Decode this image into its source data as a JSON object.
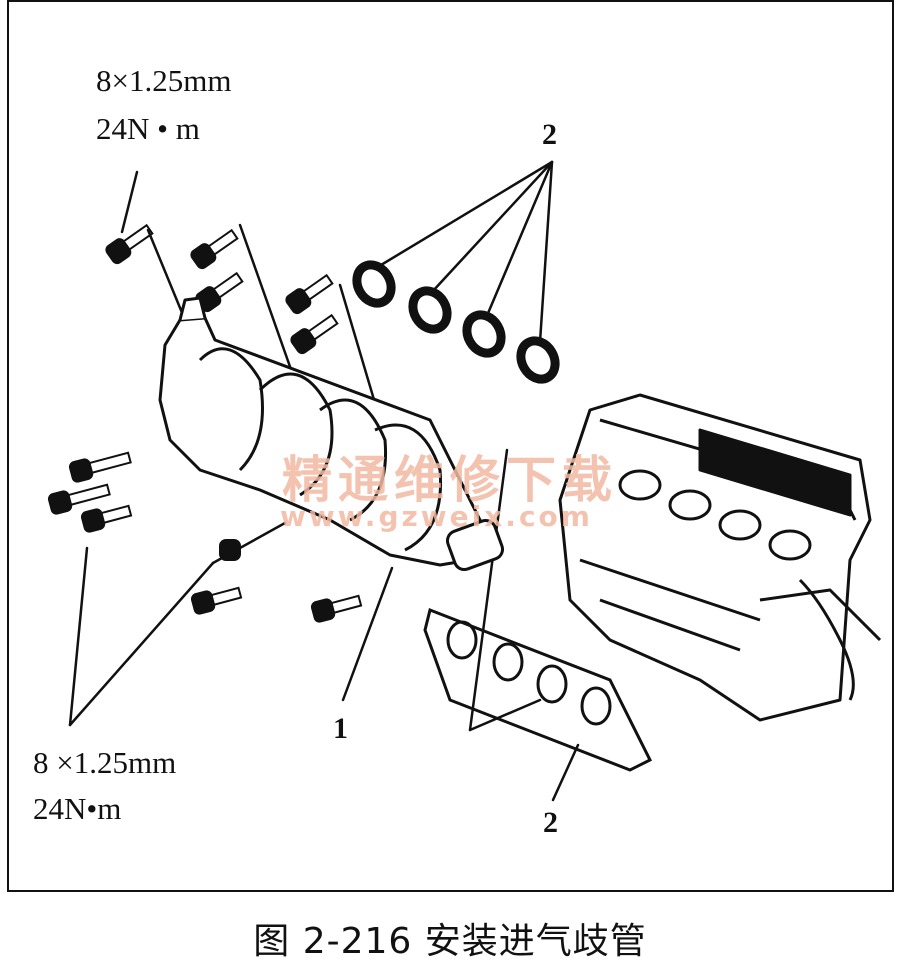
{
  "labels": {
    "spec_top_size": "8×1.25mm",
    "spec_top_torque": "24N • m",
    "spec_bottom_size": "8 ×1.25mm",
    "spec_bottom_torque": "24N•m",
    "part_1": "1",
    "part_2_top": "2",
    "part_2_bottom": "2"
  },
  "watermark": {
    "text": "精通维修下载",
    "url": "www.gzweix.com"
  },
  "caption": "图 2-216   安装进气歧管",
  "colors": {
    "line": "#111111",
    "watermark": "#f2b9a3",
    "background": "#ffffff"
  }
}
